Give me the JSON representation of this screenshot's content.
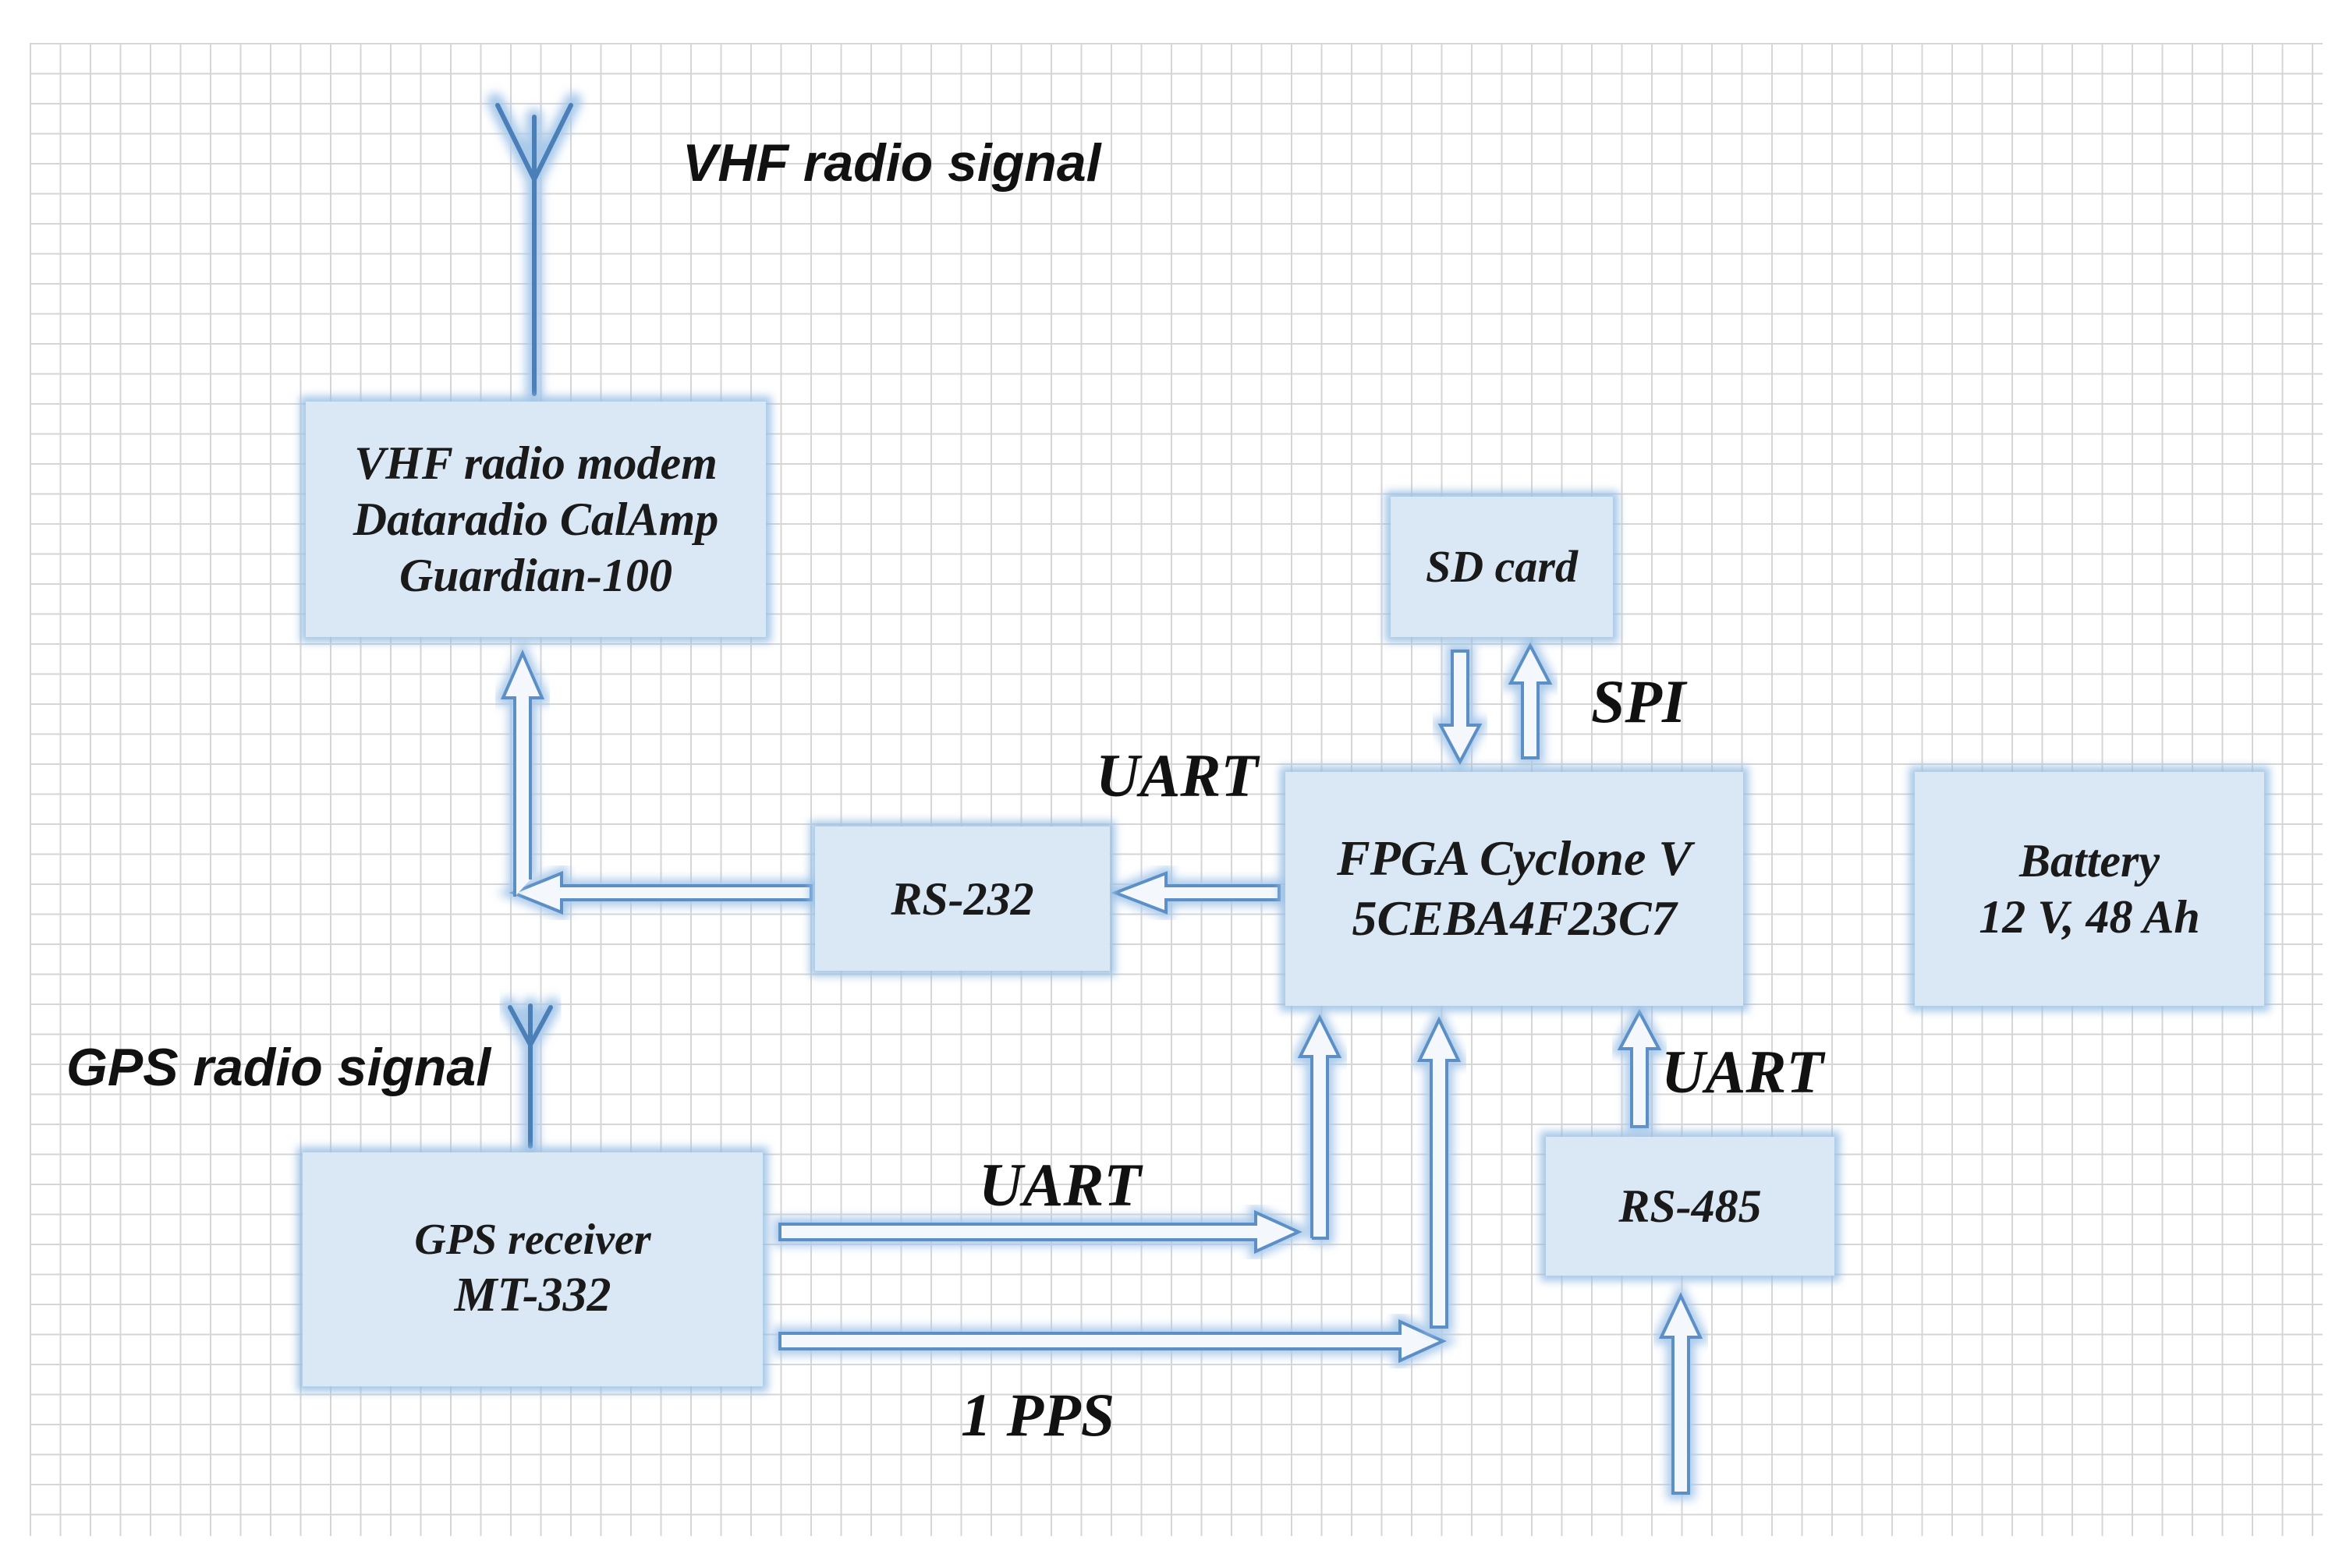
{
  "signals": {
    "vhf": "VHF radio signal",
    "gps": "GPS radio signal"
  },
  "blocks": {
    "vhf_modem": [
      "VHF radio modem",
      "Dataradio CalAmp",
      "Guardian-100"
    ],
    "sd_card": [
      "SD card"
    ],
    "rs232": [
      "RS-232"
    ],
    "fpga": [
      "FPGA Cyclone V",
      "5CEBA4F23C7"
    ],
    "battery": [
      "Battery",
      "12 V, 48 Ah"
    ],
    "gps_receiver": [
      "GPS receiver",
      "MT-332"
    ],
    "rs485": [
      "RS-485"
    ]
  },
  "links": {
    "spi": "SPI",
    "uart_rs232": "UART",
    "uart_rs485": "UART",
    "uart_gps": "UART",
    "pps": "1 PPS"
  },
  "colors": {
    "arrow_fill": "#f4f8fc",
    "arrow_stroke": "#5b8fc6",
    "arrow_glow": "#a9c9ea",
    "block_fill": "#dae7f4",
    "grid_line": "#d6d6d6"
  }
}
